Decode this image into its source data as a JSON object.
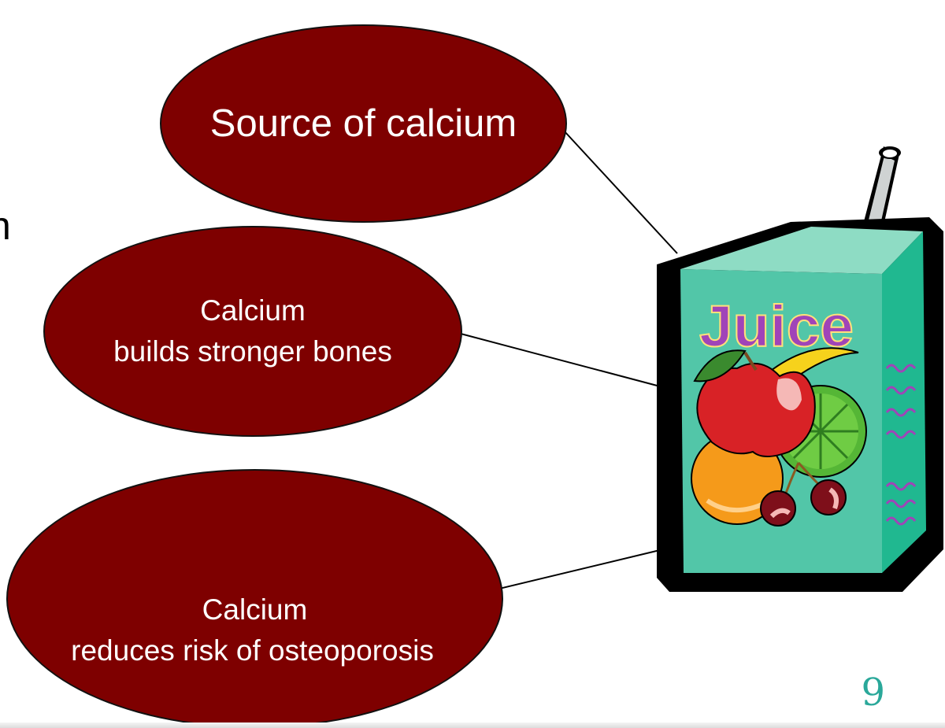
{
  "edge_text": "n",
  "bubbles": [
    {
      "lines": [
        "Source of calcium"
      ]
    },
    {
      "lines": [
        "Calcium",
        "builds stronger bones"
      ]
    },
    {
      "lines": [
        "Calcium",
        "reduces risk of osteoporosis"
      ]
    }
  ],
  "juice_box": {
    "label": "Juice",
    "icon": "juice-box-icon"
  },
  "page_number": "9",
  "colors": {
    "bubble_fill": "#7e0000",
    "bubble_text": "#ffffff",
    "box_face": "#52c6a8",
    "box_top": "#8edcc4",
    "box_side": "#20b890",
    "label": "#a044b8",
    "page_number": "#2aa89a"
  }
}
